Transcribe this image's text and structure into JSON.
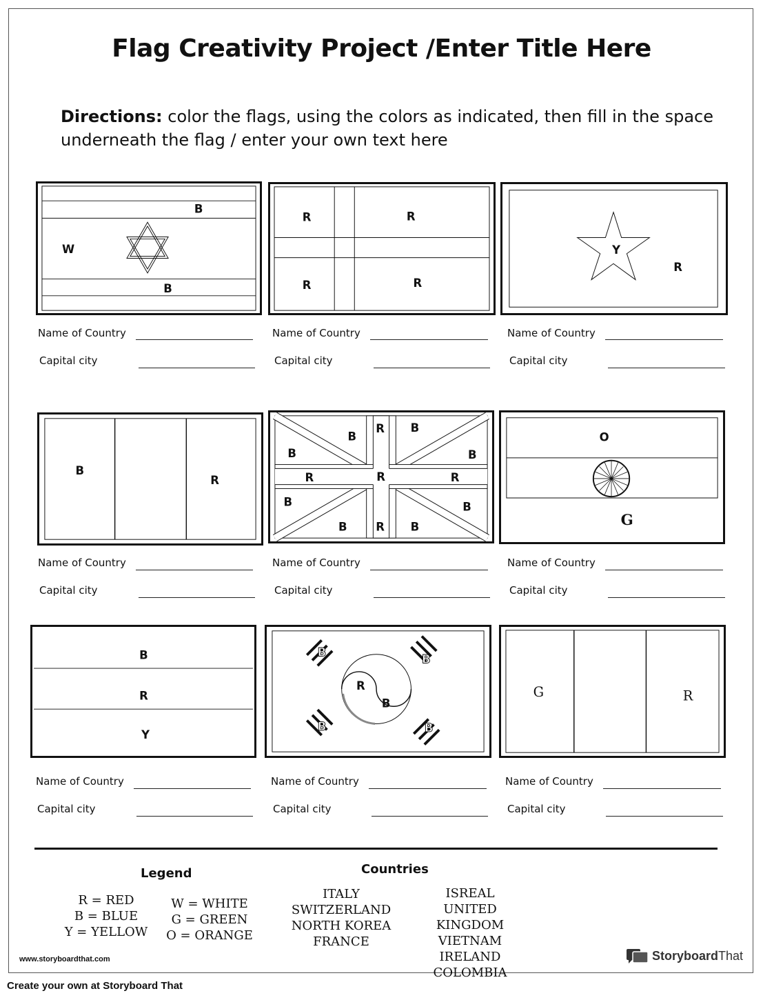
{
  "title": "Flag Creativity Project /Enter Title Here",
  "directions": {
    "label": "Directions:",
    "text": " color the flags, using the colors as indicated, then fill in the space underneath the flag / enter your own text here"
  },
  "fields": {
    "country_label": "Name of Country",
    "capital_label": "Capital city"
  },
  "flag_letters": {
    "israel": [
      "B",
      "W",
      "B"
    ],
    "denmark": [
      "R",
      "R",
      "R",
      "R"
    ],
    "vietnam": [
      "Y",
      "R"
    ],
    "france": [
      "B",
      "R"
    ],
    "uk": [
      "B",
      "R",
      "B",
      "B",
      "B",
      "R",
      "R",
      "R",
      "B",
      "B",
      "B",
      "R",
      "B"
    ],
    "india": [
      "O",
      "G"
    ],
    "colombia": [
      "B",
      "R",
      "Y"
    ],
    "korea": [
      "B",
      "B",
      "R",
      "B",
      "B",
      "B"
    ],
    "ireland": [
      "G",
      "R"
    ]
  },
  "legend": {
    "title": "Legend",
    "col1": [
      "R = RED",
      "B = BLUE",
      "Y = YELLOW"
    ],
    "col2": [
      "W = WHITE",
      "G = GREEN",
      "O = ORANGE"
    ]
  },
  "countries": {
    "title": "Countries",
    "col1": [
      "ITALY",
      "SWITZERLAND",
      "NORTH KOREA",
      "FRANCE"
    ],
    "col2": [
      "ISREAL",
      "UNITED KINGDOM",
      "VIETNAM",
      "IRELAND",
      "COLOMBIA"
    ]
  },
  "footer": {
    "url": "www.storyboardthat.com",
    "brand_a": "Storyboard",
    "brand_b": "That",
    "create": "Create your own at Storyboard That"
  }
}
